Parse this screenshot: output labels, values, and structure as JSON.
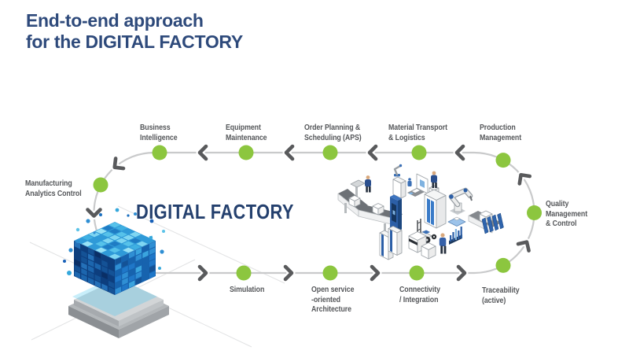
{
  "title": "End-to-end approach\nfor the DIGITAL FACTORY",
  "center_label": "DIGITAL FACTORY",
  "loop": {
    "direction": "counter-clockwise",
    "nodes": [
      {
        "id": "simulation",
        "label": "Simulation"
      },
      {
        "id": "open-service-oriented-architecture",
        "label": "Open service\n-oriented\nArchitecture"
      },
      {
        "id": "connectivity-integration",
        "label": "Connectivity\n/ Integration"
      },
      {
        "id": "traceability-active",
        "label": "Traceability\n(active)"
      },
      {
        "id": "quality-management-control",
        "label": "Quality\nManagement\n& Control"
      },
      {
        "id": "production-management",
        "label": "Production\nManagement"
      },
      {
        "id": "material-transport-logistics",
        "label": "Material Transport\n& Logistics"
      },
      {
        "id": "order-planning-scheduling",
        "label": "Order Planning &\nScheduling (APS)"
      },
      {
        "id": "equipment-maintenance",
        "label": "Equipment\nMaintenance"
      },
      {
        "id": "business-intelligence",
        "label": "Business\nIntelligence"
      },
      {
        "id": "manufacturing-analytics-control",
        "label": "Manufacturing\nAnalytics Control"
      }
    ]
  },
  "illustrations": {
    "factory": "isometric smart factory scene",
    "digital_twin_cube": "voxel cube on pedestal"
  },
  "colors": {
    "accent_green": "#8CC63F",
    "loop_line_gray": "#C9CACB",
    "arrow_gray": "#595A5C",
    "label_gray": "#55575A",
    "title_navy": "#2E4A7B",
    "center_label_navy": "#24406E",
    "illustration_blue": "#2C5FA7",
    "cube_palette_top": [
      "#56C2EA",
      "#2F9AD8",
      "#7FD6F2",
      "#1F7CC4",
      "#3FB0E2",
      "#98E2F6"
    ],
    "cube_palette_left": [
      "#0D3E7E",
      "#145296",
      "#1C66AE",
      "#0A2F66",
      "#2470B8"
    ],
    "cube_palette_right": [
      "#1763AE",
      "#2F8FD4",
      "#1F77C8",
      "#145296",
      "#3AA4DE"
    ]
  }
}
